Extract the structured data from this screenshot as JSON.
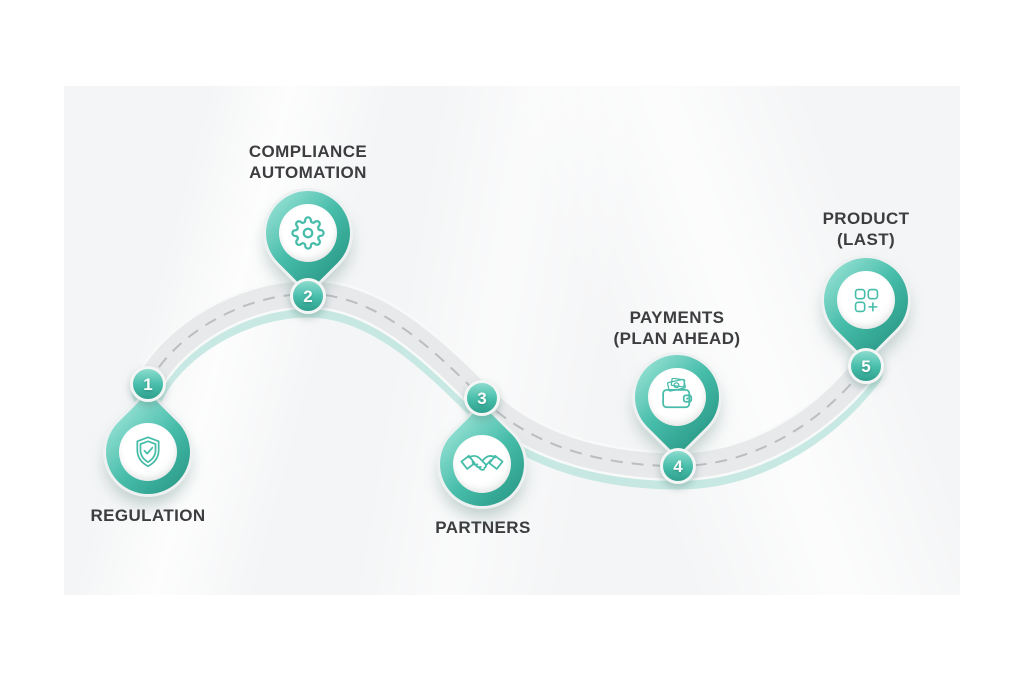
{
  "theme": {
    "accent": "#46bca9",
    "accent-dark": "#2fa08d",
    "road": "#e8e9eb",
    "road-dash": "#bcbdc0",
    "canvas-bg": "#f4f5f6",
    "label-text": "#3d3d40"
  },
  "diagram": {
    "type": "roadmap-timeline",
    "steps": [
      {
        "number": "1",
        "label": "REGULATION",
        "label_lines": [
          "REGULATION"
        ],
        "icon": "shield-check-icon",
        "pin_direction": "up"
      },
      {
        "number": "2",
        "label": "COMPLIANCE AUTOMATION",
        "label_lines": [
          "COMPLIANCE",
          "AUTOMATION"
        ],
        "icon": "gear-icon",
        "pin_direction": "down"
      },
      {
        "number": "3",
        "label": "PARTNERS",
        "label_lines": [
          "PARTNERS"
        ],
        "icon": "handshake-icon",
        "pin_direction": "up"
      },
      {
        "number": "4",
        "label": "PAYMENTS (PLAN AHEAD)",
        "label_lines": [
          "PAYMENTS",
          "(PLAN AHEAD)"
        ],
        "icon": "wallet-icon",
        "pin_direction": "down"
      },
      {
        "number": "5",
        "label": "PRODUCT (LAST)",
        "label_lines": [
          "PRODUCT",
          "(LAST)"
        ],
        "icon": "product-grid-icon",
        "pin_direction": "down"
      }
    ]
  }
}
